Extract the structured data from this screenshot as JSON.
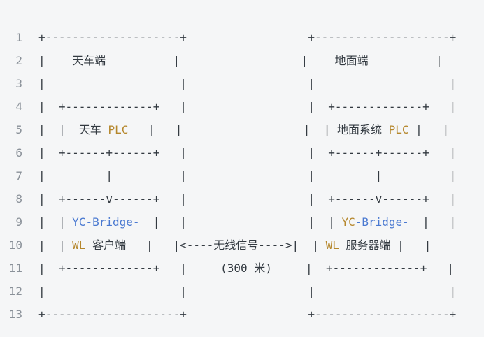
{
  "colors": {
    "background": "#f5f6f7",
    "text": "#333a41",
    "line_number": "#8a9199",
    "token_gold": "#b5872c",
    "token_blue": "#4a79d1"
  },
  "editor": {
    "lines": [
      {
        "num": "1",
        "segments": [
          {
            "text": "+--------------------+                  +--------------------+"
          }
        ]
      },
      {
        "num": "2",
        "segments": [
          {
            "text": "|    天车端          |                  |    地面端          |"
          }
        ]
      },
      {
        "num": "3",
        "segments": [
          {
            "text": "|                    |                  |                    |"
          }
        ]
      },
      {
        "num": "4",
        "segments": [
          {
            "text": "|  +-------------+   |                  |  +-------------+   |"
          }
        ]
      },
      {
        "num": "5",
        "segments": [
          {
            "text": "|  |  天车 "
          },
          {
            "text": "PLC"
          },
          {
            "text": "   |   |                  |  | 地面系统 "
          },
          {
            "text": "PLC"
          },
          {
            "text": " |   |"
          }
        ]
      },
      {
        "num": "6",
        "segments": [
          {
            "text": "|  +------+------+   |                  |  +------+------+   |"
          }
        ]
      },
      {
        "num": "7",
        "segments": [
          {
            "text": "|         |          |                  |         |          |"
          }
        ]
      },
      {
        "num": "8",
        "segments": [
          {
            "text": "|  +------v------+   |                  |  +------v------+   |"
          }
        ]
      },
      {
        "num": "9",
        "segments": [
          {
            "text": "|  | "
          },
          {
            "text": "YC-Bridge-"
          },
          {
            "text": "  |   |                  |  | "
          },
          {
            "text": "YC"
          },
          {
            "text": "-Bridge-"
          },
          {
            "text": "  |   |"
          }
        ]
      },
      {
        "num": "10",
        "segments": [
          {
            "text": "|  | "
          },
          {
            "text": "WL"
          },
          {
            "text": " 客户端   |   |<----无线信号---->|  | "
          },
          {
            "text": "WL"
          },
          {
            "text": " 服务器端 |   |"
          }
        ]
      },
      {
        "num": "11",
        "segments": [
          {
            "text": "|  +-------------+   |     (300 米)     |  +-------------+   |"
          }
        ]
      },
      {
        "num": "12",
        "segments": [
          {
            "text": "|                    |                  |                    |"
          }
        ]
      },
      {
        "num": "13",
        "segments": [
          {
            "text": "+--------------------+                  +--------------------+"
          }
        ]
      }
    ]
  }
}
